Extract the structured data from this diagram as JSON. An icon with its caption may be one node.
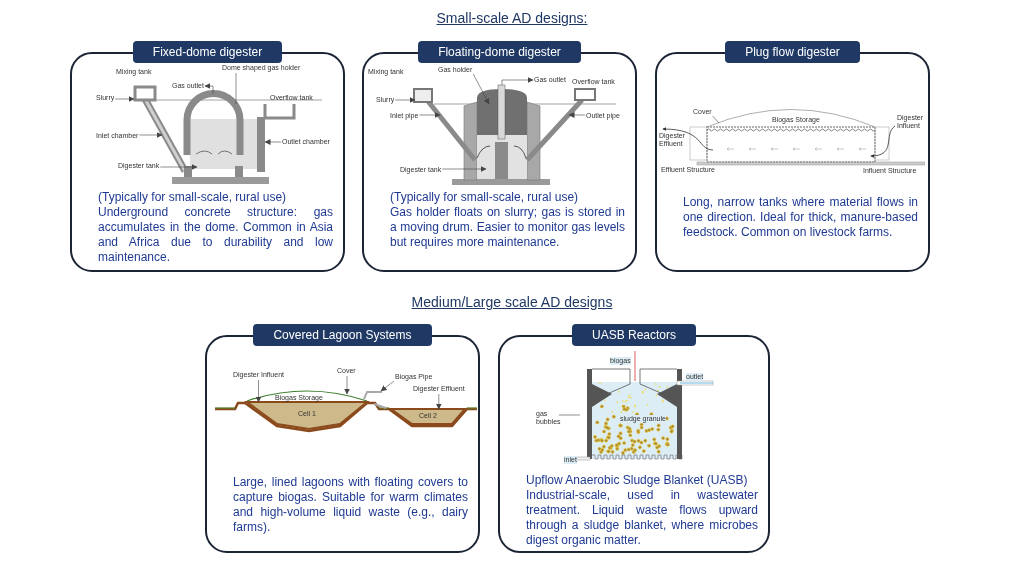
{
  "diagram": {
    "nodes": [
      {
        "text": [
          "Fixed-dome digester",
          "(Typically for small-scale, rural use)",
          "Underground concrete structure: gas accumulates in the dome. Common in Asia and Africa due to durability and low maintenance."
        ]
      },
      {
        "text": [
          "Dome shaped gas holder"
        ],
        "in": 0
      },
      {
        "text": [
          "Gas outlet"
        ],
        "in": 0
      },
      {
        "text": [
          "Slurry"
        ],
        "in": 0
      },
      {
        "text": [
          "Inlet chamber"
        ],
        "in": 0
      },
      {
        "text": [
          "Outlet chamber"
        ],
        "in": 0
      },
      {
        "text": [
          "Digester tank"
        ],
        "in": 0
      },
      {
        "text": [
          "Floating-dome digester",
          "(Typically for small-scale, rural use)",
          "Gas holder floats on slurry; gas is stored in a moving drum. Easier to monitor gas levels but requires more maintenance."
        ]
      },
      {
        "text": [
          "Gas holder"
        ],
        "in": 7
      },
      {
        "text": [
          "Gas outlet"
        ],
        "in": 7
      },
      {
        "text": [
          "Slurry"
        ],
        "in": 7
      },
      {
        "text": [
          "Inlet pipe"
        ],
        "in": 7
      },
      {
        "text": [
          "Outlet pipe"
        ],
        "in": 7
      },
      {
        "text": [
          "Digester tank"
        ],
        "in": 7
      },
      {
        "text": [
          "Plug flow digester",
          "Long, narrow tanks where material flows in one direction. Ideal for thick, manure-based feedstock. Common on livestock farms."
        ]
      },
      {
        "text": [
          "Cover"
        ],
        "in": 14
      },
      {
        "text": [
          "Covered Lagoon Systems",
          "Large, lined lagoons with floating covers to capture biogas. Suitable for warm climates and high-volume liquid waste (e.g., dairy farms)."
        ]
      },
      {
        "text": [
          "Digester Influent"
        ],
        "in": 16
      },
      {
        "text": [
          "Cover"
        ],
        "in": 16
      },
      {
        "text": [
          "Biogas Pipe"
        ],
        "in": 16
      },
      {
        "text": [
          "Digester Effluent"
        ],
        "in": 16
      },
      {
        "text": [
          "Cell 1"
        ],
        "in": 16
      },
      {
        "text": [
          "Cell 2"
        ],
        "in": 16
      },
      {
        "text": [
          "UASB Reactors",
          "Upflow Anaerobic Sludge Blanket (UASB)",
          "Industrial-scale, used in wastewater treatment. Liquid waste flows upward through a sludge blanket, where microbes digest organic matter."
        ]
      },
      {
        "text": [
          "gas bubbles"
        ],
        "in": 23
      }
    ],
    "edges": [
      {
        "from": 1,
        "to": null,
        "arrow": "none"
      },
      {
        "from": null,
        "to": 2,
        "arrow": "to"
      },
      {
        "from": 3,
        "to": null,
        "arrow": "to"
      },
      {
        "from": 4,
        "to": null,
        "arrow": "to"
      },
      {
        "from": 5,
        "to": null,
        "arrow": "to"
      },
      {
        "from": 6,
        "to": null,
        "arrow": "to"
      },
      {
        "from": 8,
        "to": null,
        "arrow": "to"
      },
      {
        "from": null,
        "to": 9,
        "arrow": "to"
      },
      {
        "from": 10,
        "to": null,
        "arrow": "to"
      },
      {
        "from": 11,
        "to": null,
        "arrow": "to"
      },
      {
        "from": 12,
        "to": null,
        "arrow": "to"
      },
      {
        "from": 13,
        "to": null,
        "arrow": "to"
      },
      {
        "from": 15,
        "to": null,
        "arrow": "none"
      },
      {
        "from": 17,
        "to": 21,
        "arrow": "to"
      },
      {
        "from": 18,
        "to": null,
        "arrow": "to"
      },
      {
        "from": 19,
        "to": null,
        "arrow": "to"
      },
      {
        "from": 20,
        "to": 22,
        "arrow": "to"
      },
      {
        "from": 24,
        "to": null,
        "arrow": "none"
      }
    ],
    "labels": [
      "Small-scale AD designs:",
      "Mixing tank",
      "Overflow tank",
      "Mixing tank",
      "Overflow tank",
      "Biogas Storage",
      "Digester Effluent",
      "Digester Influent",
      "Effluent Structure",
      "Influent Structure",
      "Medium/Large scale AD designs",
      "Biogas Storage",
      "biogas",
      "outlet",
      "sludge granule",
      "inlet"
    ]
  }
}
